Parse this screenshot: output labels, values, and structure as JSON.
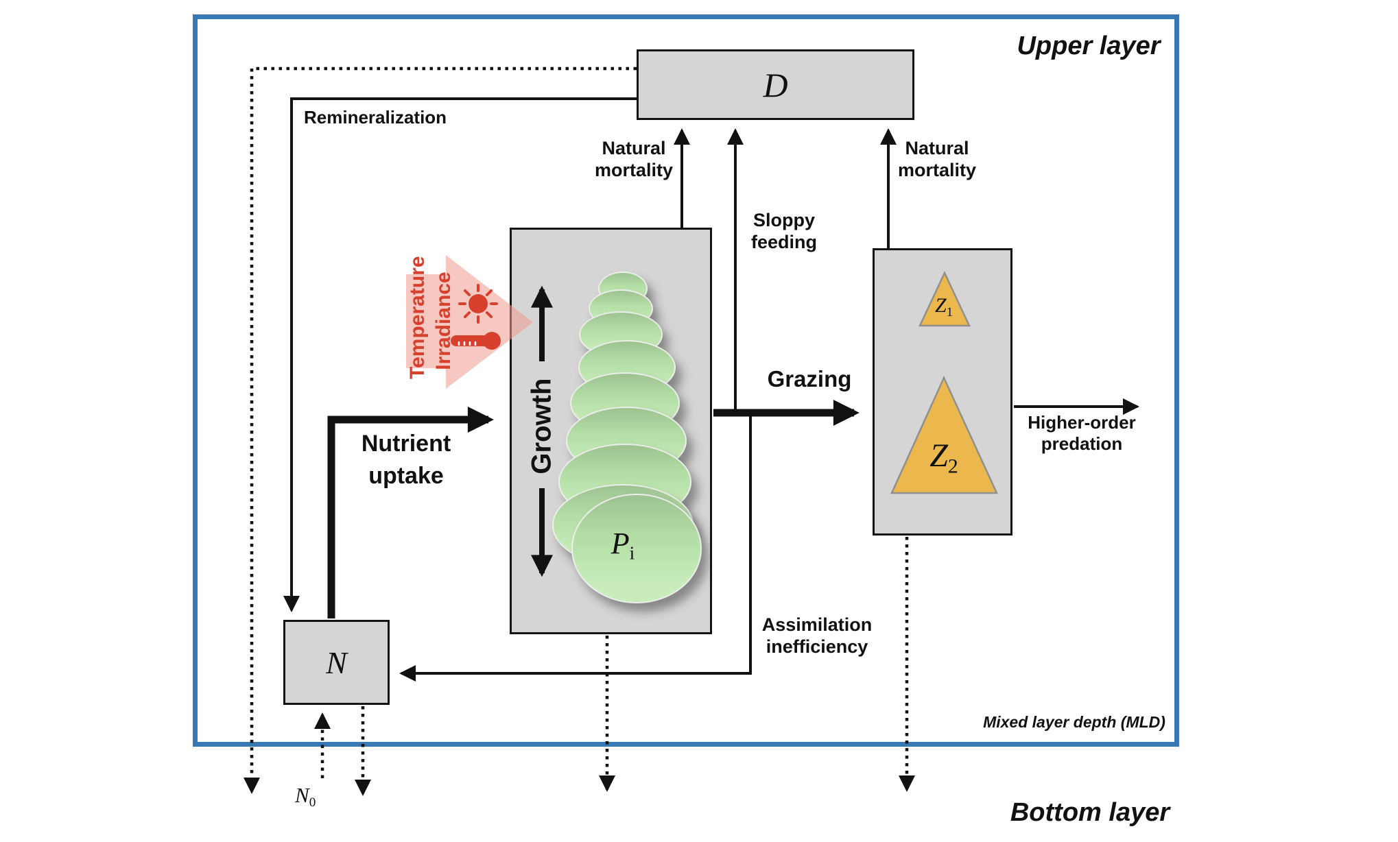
{
  "colors": {
    "accent": "#3878b6",
    "box-fill": "#d5d5d5",
    "line": "#111111",
    "green": "#bce4ae",
    "orange": "#ecb84d",
    "triangle-border": "#8f8f8f",
    "red": "#d8402e",
    "pink": "#ee9a8e"
  },
  "layers": {
    "upper": "Upper layer",
    "mld": "Mixed layer depth (MLD)",
    "bottom": "Bottom layer"
  },
  "compartments": {
    "detritus": {
      "label": "D"
    },
    "nutrient": {
      "label": "N"
    },
    "phytoplankton": {
      "label": "P",
      "sub": "i"
    },
    "zooplankton_small": {
      "label": "Z",
      "sub": "1"
    },
    "zooplankton_large": {
      "label": "Z",
      "sub": "2"
    }
  },
  "external": {
    "deep_nutrient": {
      "label": "N",
      "sub": "0"
    }
  },
  "flows": {
    "remineralization": [
      "Remineralization"
    ],
    "natural_mortality_p": [
      "Natural",
      "mortality"
    ],
    "sloppy_feeding": [
      "Sloppy",
      "feeding"
    ],
    "natural_mortality_z": [
      "Natural",
      "mortality"
    ],
    "grazing": [
      "Grazing"
    ],
    "higher_order_predation": [
      "Higher-order",
      "predation"
    ],
    "assimilation_inefficiency": [
      "Assimilation",
      "inefficiency"
    ],
    "nutrient_uptake": [
      "Nutrient",
      "uptake"
    ],
    "growth": [
      "Growth"
    ]
  },
  "environment": {
    "drivers": [
      "Temperature",
      "Irradiance"
    ]
  }
}
